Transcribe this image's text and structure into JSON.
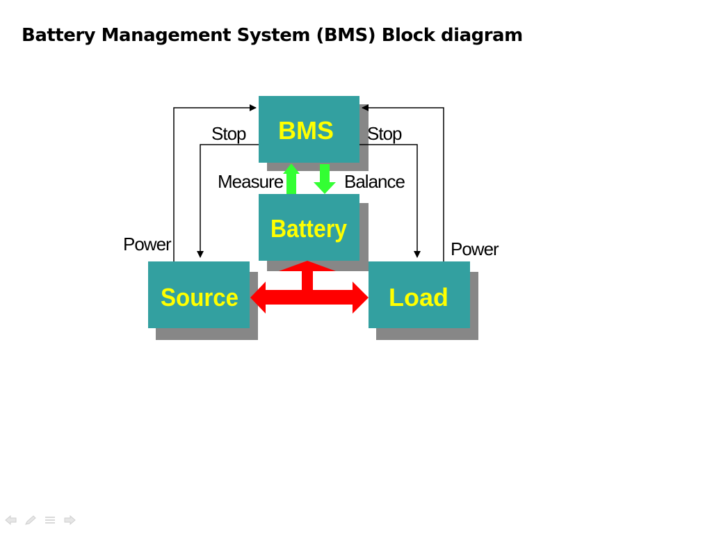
{
  "slide": {
    "title": "Battery Management System (BMS) Block diagram"
  },
  "diagram": {
    "blocks": {
      "bms": "BMS",
      "battery": "Battery",
      "source": "Source",
      "load": "Load"
    },
    "edge_labels": {
      "stop_left": "Stop",
      "stop_right": "Stop",
      "measure": "Measure",
      "balance": "Balance",
      "power_left": "Power",
      "power_right": "Power"
    },
    "colors": {
      "block_fill": "#33a0a0",
      "block_shadow": "#878787",
      "block_text": "#ffff00",
      "measure_balance_arrows": "#33ff33",
      "power_flow_arrow": "#ff0000",
      "control_lines": "#000000"
    }
  },
  "navigation": {
    "icons": [
      "back-arrow-icon",
      "pen-icon",
      "menu-icon",
      "forward-arrow-icon"
    ]
  }
}
